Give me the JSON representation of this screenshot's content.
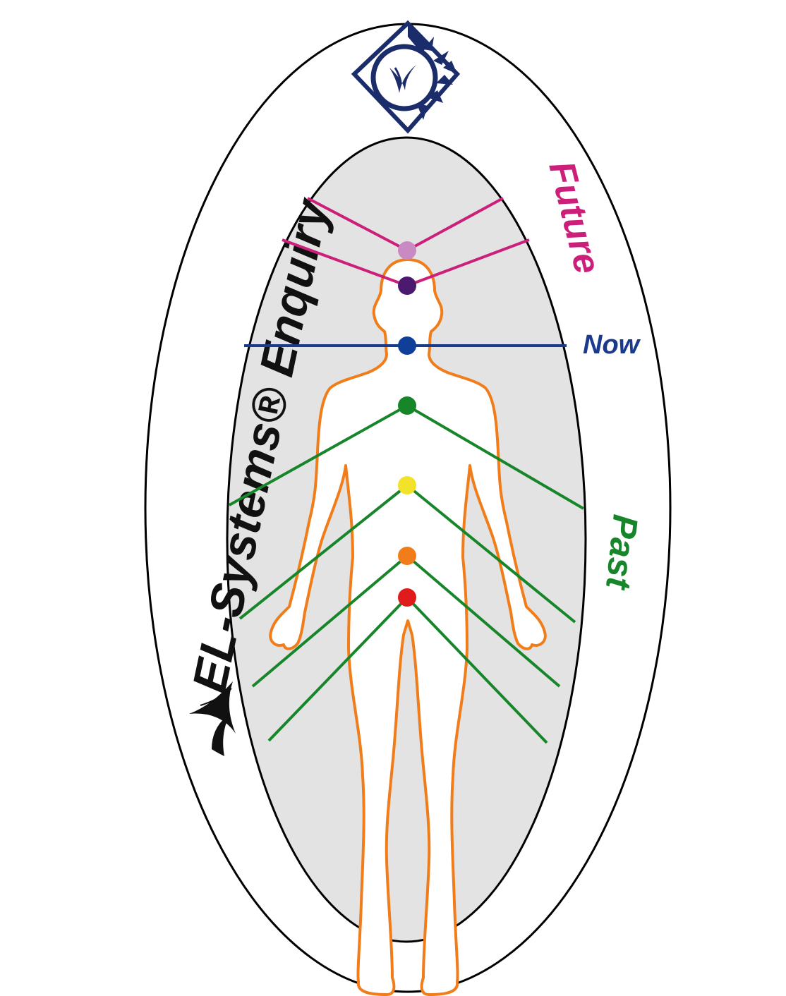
{
  "labels": {
    "brand": "EL-Systems® Enquiry",
    "future": "Future",
    "now": "Now",
    "past": "Past"
  },
  "logos": {
    "top": "diamond-star-logo",
    "left": "el-systems-swoosh-logo"
  },
  "colors": {
    "outer_outline": "#000000",
    "inner_fill": "#e3e3e3",
    "body_outline": "#f07d1a",
    "future": "#cc1f7a",
    "now": "#1b3a8c",
    "past": "#17852a",
    "logo_navy": "#1b2c6b"
  },
  "energy_points": [
    {
      "name": "crown-light",
      "color": "#c98ac4"
    },
    {
      "name": "crown",
      "color": "#4b1a6e"
    },
    {
      "name": "throat",
      "color": "#103f99"
    },
    {
      "name": "heart",
      "color": "#17852a"
    },
    {
      "name": "solar-plexus",
      "color": "#f2e22a"
    },
    {
      "name": "sacral",
      "color": "#f07d1a"
    },
    {
      "name": "root",
      "color": "#e01b1b"
    }
  ]
}
